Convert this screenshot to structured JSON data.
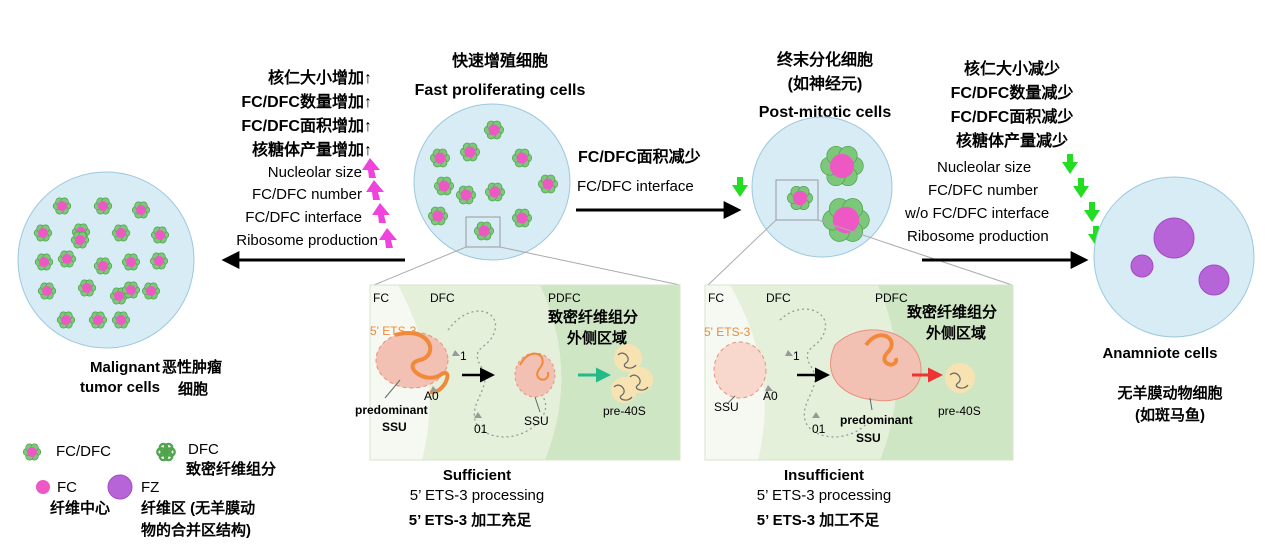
{
  "top_left": {
    "cn_changes": [
      "核仁大小增加↑",
      "FC/DFC数量增加↑",
      "FC/DFC面积增加↑",
      "核糖体产量增加↑"
    ],
    "en_changes": [
      "Nucleolar size",
      "FC/DFC number",
      "FC/DFC interface",
      "Ribosome production"
    ]
  },
  "fast": {
    "cn": "快速增殖细胞",
    "en": "Fast proliferating cells"
  },
  "middle_arrow": {
    "cn": "FC/DFC面积减少",
    "en": "FC/DFC interface"
  },
  "post": {
    "cn1": "终末分化细胞",
    "cn2": "(如神经元)",
    "en": "Post-mitotic cells"
  },
  "top_right": {
    "cn_changes": [
      "核仁大小减少",
      "FC/DFC数量减少",
      "FC/DFC面积减少",
      "核糖体产量减少"
    ],
    "en_changes": [
      "Nucleolar size",
      "FC/DFC number",
      "w/o FC/DFC interface",
      "Ribosome production"
    ]
  },
  "malignant": {
    "en1": "Malignant",
    "en2": "tumor cells",
    "cn1": "恶性肿瘤",
    "cn2": "细胞"
  },
  "anamniote": {
    "en": "Anamniote cells",
    "cn1": "无羊膜动物细胞",
    "cn2": "(如斑马鱼)"
  },
  "legend": {
    "fcdfc": "FC/DFC",
    "dfc": "DFC",
    "dfc_cn": "致密纤维组分",
    "fc": "FC",
    "fc_cn": "纤维中心",
    "fz": "FZ",
    "fz_cn1": "纤维区 (无羊膜动",
    "fz_cn2": "物的合并区结构)"
  },
  "panel_left": {
    "fc": "FC",
    "dfc": "DFC",
    "pdfc": "PDFC",
    "pdfc_cn1": "致密纤维组分",
    "pdfc_cn2": "外侧区域",
    "ets": "5' ETS-3",
    "site1": "1",
    "a0": "A0",
    "site01": "01",
    "predominant": "predominant",
    "ssu_bold": "SSU",
    "ssu": "SSU",
    "pre40s": "pre-40S",
    "caption1": "Sufficient",
    "caption2": "5’ ETS-3 processing",
    "caption3": "5’ ETS-3 加工充足"
  },
  "panel_right": {
    "fc": "FC",
    "dfc": "DFC",
    "pdfc": "PDFC",
    "pdfc_cn1": "致密纤维组分",
    "pdfc_cn2": "外侧区域",
    "ets": "5' ETS-3",
    "site1": "1",
    "a0": "A0",
    "site01": "01",
    "ssu": "SSU",
    "predominant": "predominant",
    "ssu_bold": "SSU",
    "pre40s": "pre-40S",
    "caption1": "Insufficient",
    "caption2": "5’ ETS-3 processing",
    "caption3": "5’ ETS-3 加工不足"
  },
  "colors": {
    "cell_fill": "#d8ecf6",
    "dfc_green": "#7cc87a",
    "fc_pink": "#ee58c4",
    "fz_purple": "#b664d8",
    "arrow_pink": "#ee44dd",
    "arrow_green": "#22dd22",
    "ets_orange": "#f08a3a",
    "arrow_red": "#ee3333",
    "arrow_teal": "#22bb88"
  }
}
